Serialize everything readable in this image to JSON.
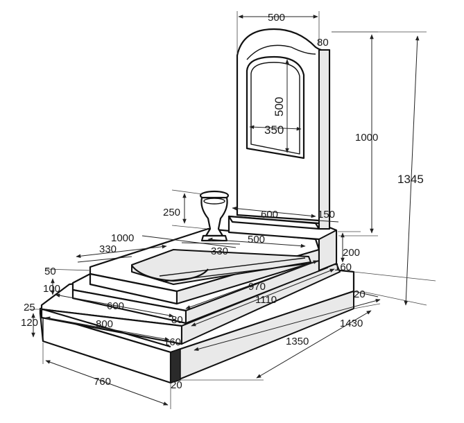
{
  "dimensions": {
    "stele_width": "500",
    "arch_rise": "80",
    "window_height": "500",
    "window_width": "350",
    "stele_height": "1000",
    "total_height": "1345",
    "vase_height": "250",
    "stand_length": "600",
    "stand_depth": "150",
    "stand_height": "200",
    "flowerbed_length": "1000",
    "flowerbed_inner": "500",
    "flowerbed_width_left": "330",
    "flowerbed_width_right": "330",
    "bed_rim": "50",
    "tier2_height": "100",
    "tier2_width": "600",
    "tier2_length": "970",
    "tier2_offset": "80",
    "tier1_length": "1110",
    "base_top": "25",
    "base_height": "120",
    "base_width": "800",
    "base_offset": "160",
    "base_length": "1350",
    "plinth_length": "1430",
    "plinth_step_top": "20",
    "plinth_step_front": "20",
    "plinth_corner": "160",
    "plinth_width": "760"
  }
}
